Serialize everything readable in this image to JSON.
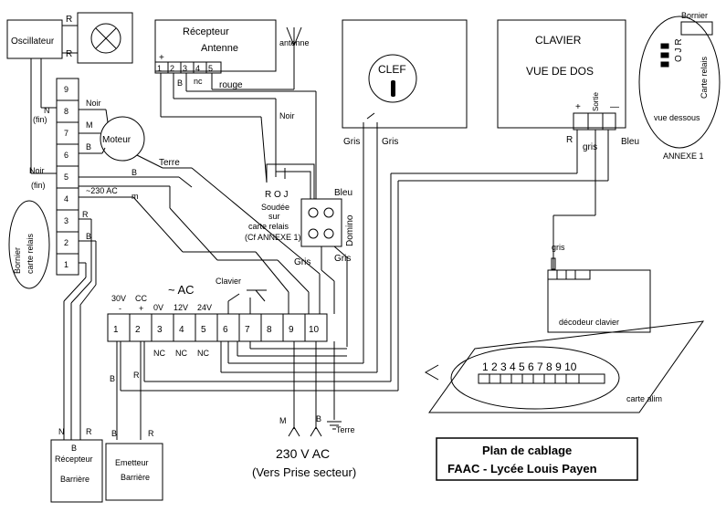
{
  "title": {
    "line1": "Plan de cablage",
    "line2": "FAAC - Lycée Louis Payen"
  },
  "oscillator": {
    "label": "Oscillateur",
    "r_top": "R",
    "r_bottom": "R"
  },
  "receiver_top": {
    "label": "Récepteur",
    "antenna_label": "Antenne",
    "terminals": [
      "1",
      "2",
      "3",
      "4",
      "5"
    ],
    "plus": "+",
    "b_label": "B",
    "nc_label": "nc",
    "rouge_label": "rouge",
    "antenna_wire": "antenne"
  },
  "clef": {
    "label": "CLEF",
    "gris_left": "Gris",
    "gris_right": "Gris"
  },
  "clavier": {
    "line1": "CLAVIER",
    "line2": "VUE DE DOS",
    "plus": "+",
    "sortie": "Sortie",
    "minus": "—",
    "r_label": "R",
    "gris_label": "gris",
    "bleu_label": "Bleu"
  },
  "annexe": {
    "bornier": "Bornier",
    "pins": "O J R",
    "carte_relais": "Carte relais",
    "vue_dessous": "vue dessous",
    "caption": "ANNEXE 1"
  },
  "moteur": {
    "label": "Moteur",
    "terre": "Terre"
  },
  "left_strip": {
    "numbers": [
      "9",
      "8",
      "7",
      "6",
      "5",
      "4",
      "3",
      "2",
      "1"
    ],
    "noir_top": "Noir",
    "m_label": "M",
    "b_label": "B",
    "n_label": "N",
    "fin_top": "(fin)",
    "noir_bottom": "Noir",
    "fin_bottom": "(fin)",
    "ac_label": "~230 AC",
    "b_right": "B",
    "m_right": "m",
    "r3": "R",
    "b2": "B"
  },
  "bornier_left": {
    "line1": "Bornier",
    "line2": "carte relais"
  },
  "roj": {
    "letters": "R O J",
    "soudee": "Soudée",
    "sur": "sur",
    "carte_relais": "carte relais",
    "cf": "(Cf ANNEXE 1)",
    "noir": "Noir",
    "bleu": "Bleu",
    "domino": "Domino",
    "gris_a": "Gris",
    "gris_b": "Gris"
  },
  "main_block": {
    "ac_title": "~ AC",
    "clavier": "Clavier",
    "terminals": [
      "1",
      "2",
      "3",
      "4",
      "5",
      "6",
      "7",
      "8",
      "9",
      "10"
    ],
    "top_labels": [
      "30V",
      "CC",
      "0V",
      "12V",
      "24V"
    ],
    "minus": "-",
    "plus": "+",
    "nc": "NC",
    "b_label": "B",
    "r_label": "R"
  },
  "supply": {
    "m": "M",
    "b": "B",
    "terre": "Terre",
    "line1": "230 V AC",
    "line2": "(Vers Prise secteur)"
  },
  "decoder": {
    "label": "décodeur clavier",
    "gris": "gris"
  },
  "carte_alim": {
    "numbers": "1 2 3 4 5 6 7 8 9 10",
    "label": "carte alim"
  },
  "recepteur_barriere": {
    "line1": "Récepteur",
    "line2": "Barrière",
    "n": "N",
    "r": "R",
    "b": "B"
  },
  "emetteur_barriere": {
    "line1": "Emetteur",
    "line2": "Barrière",
    "b": "B",
    "r": "R"
  }
}
